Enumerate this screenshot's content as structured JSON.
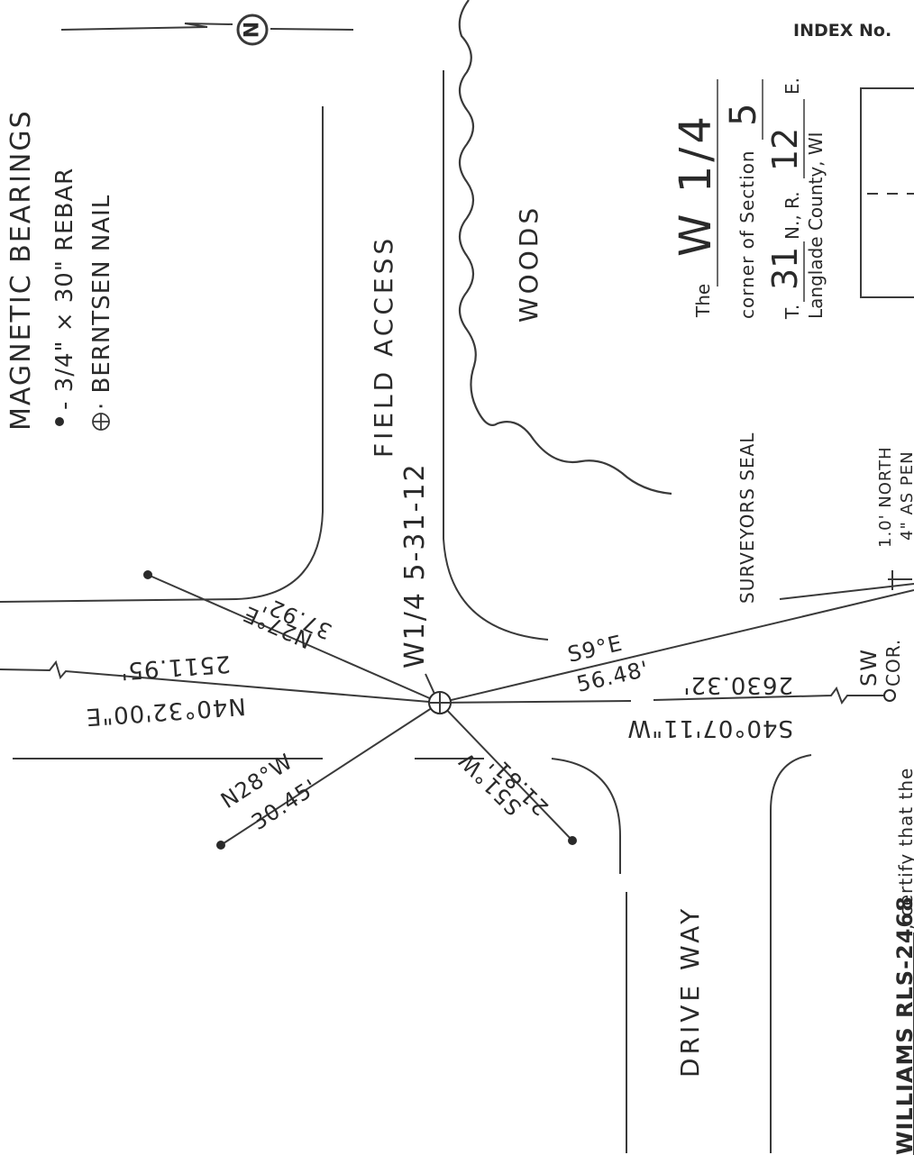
{
  "legend": {
    "title": "MAGNETIC BEARINGS",
    "rebar_label": "- 3/4\" × 30\" REBAR",
    "nail_label": "· BERNTSEN NAIL"
  },
  "north_arrow": {
    "letter": "N"
  },
  "index": {
    "label": "INDEX No."
  },
  "certificate": {
    "the_word": "The",
    "corner_name": "W 1/4",
    "corner_of_section_text": "corner of Section",
    "section_number": "5",
    "t_prefix": "T.",
    "township": "31",
    "n_r_text": "N., R.",
    "range": "12",
    "e_suffix": "E.",
    "county": "Langlade County, WI",
    "surveyors_seal": "SURVEYORS SEAL",
    "surveyor_partial": "WILLIAMS RLS-2468",
    "certify_text": ", certify that the"
  },
  "areas": {
    "field_access": "FIELD ACCESS",
    "woods": "WOODS",
    "drive_way": "DRIVE WAY"
  },
  "corner_label": "W1/4 5-31-12",
  "ties": [
    {
      "bearing": "N27°E",
      "distance": "37.92'"
    },
    {
      "bearing": "S9°E",
      "distance": "56.48'"
    },
    {
      "bearing": "N28°W",
      "distance": "30.45'"
    },
    {
      "bearing": "S51°W",
      "distance": "21.81'"
    }
  ],
  "lines": {
    "north_bearing": "N40°32'00\"E",
    "north_distance": "2511.95'",
    "south_bearing": "S40°07'11\"W",
    "south_distance": "2630.32'"
  },
  "sw_corner": {
    "line1": "SW",
    "line2": "COR."
  },
  "offset_note": {
    "line1": "1.0' NORTH",
    "line2": "4\" AS PEN"
  }
}
